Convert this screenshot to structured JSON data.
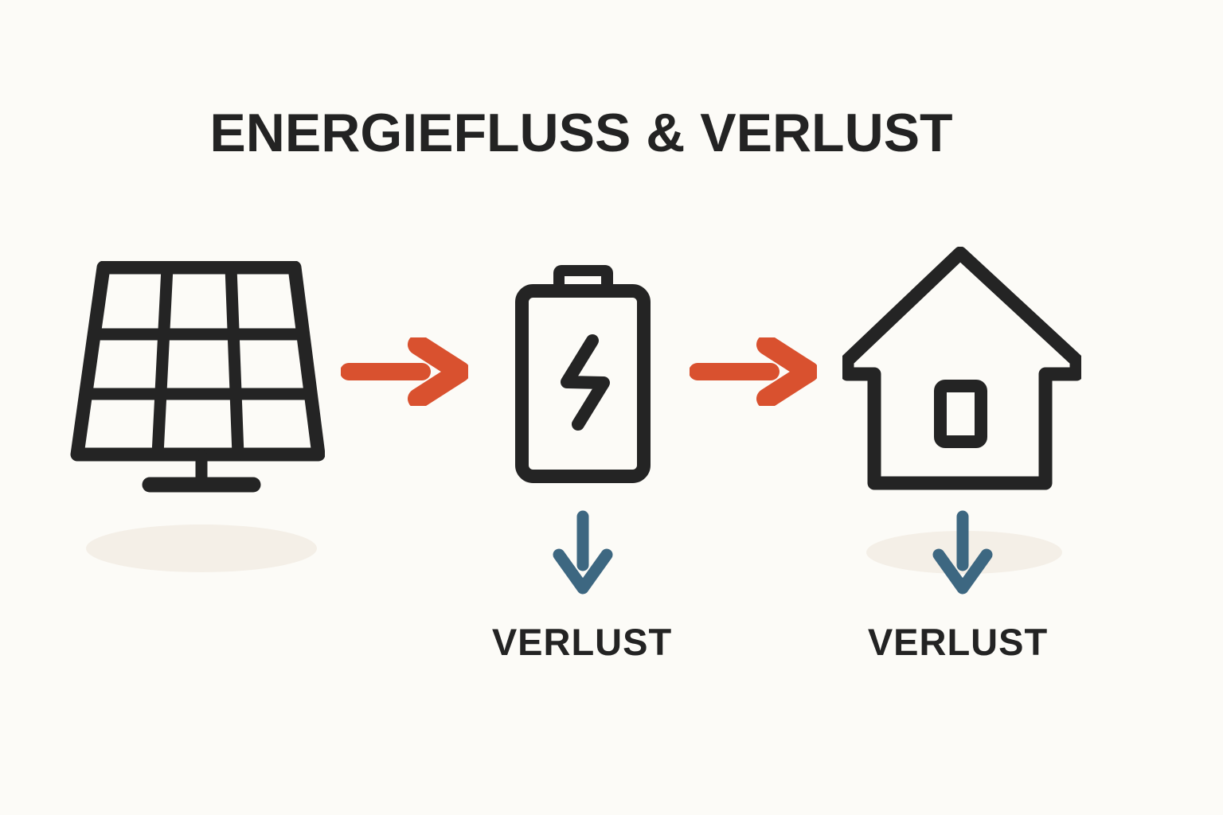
{
  "title": "ENERGIEFLUSS & VERLUST",
  "diagram": {
    "nodes": [
      {
        "id": "solar-panel",
        "icon": "solar-panel-icon"
      },
      {
        "id": "battery",
        "icon": "battery-charging-icon"
      },
      {
        "id": "house",
        "icon": "house-icon"
      }
    ],
    "flow_arrows": [
      {
        "from": "solar-panel",
        "to": "battery",
        "direction": "right"
      },
      {
        "from": "battery",
        "to": "house",
        "direction": "right"
      }
    ],
    "loss_arrows": [
      {
        "at": "battery",
        "direction": "down",
        "label": "VERLUST"
      },
      {
        "at": "house",
        "direction": "down",
        "label": "VERLUST"
      }
    ]
  },
  "colors": {
    "background": "#FCFBF7",
    "icon_dark": "#242424",
    "flow_arrow_red": "#D9512F",
    "loss_arrow_blue": "#3D6781",
    "shadow_beige": "#F4EFE7",
    "text_dark": "#232323"
  }
}
